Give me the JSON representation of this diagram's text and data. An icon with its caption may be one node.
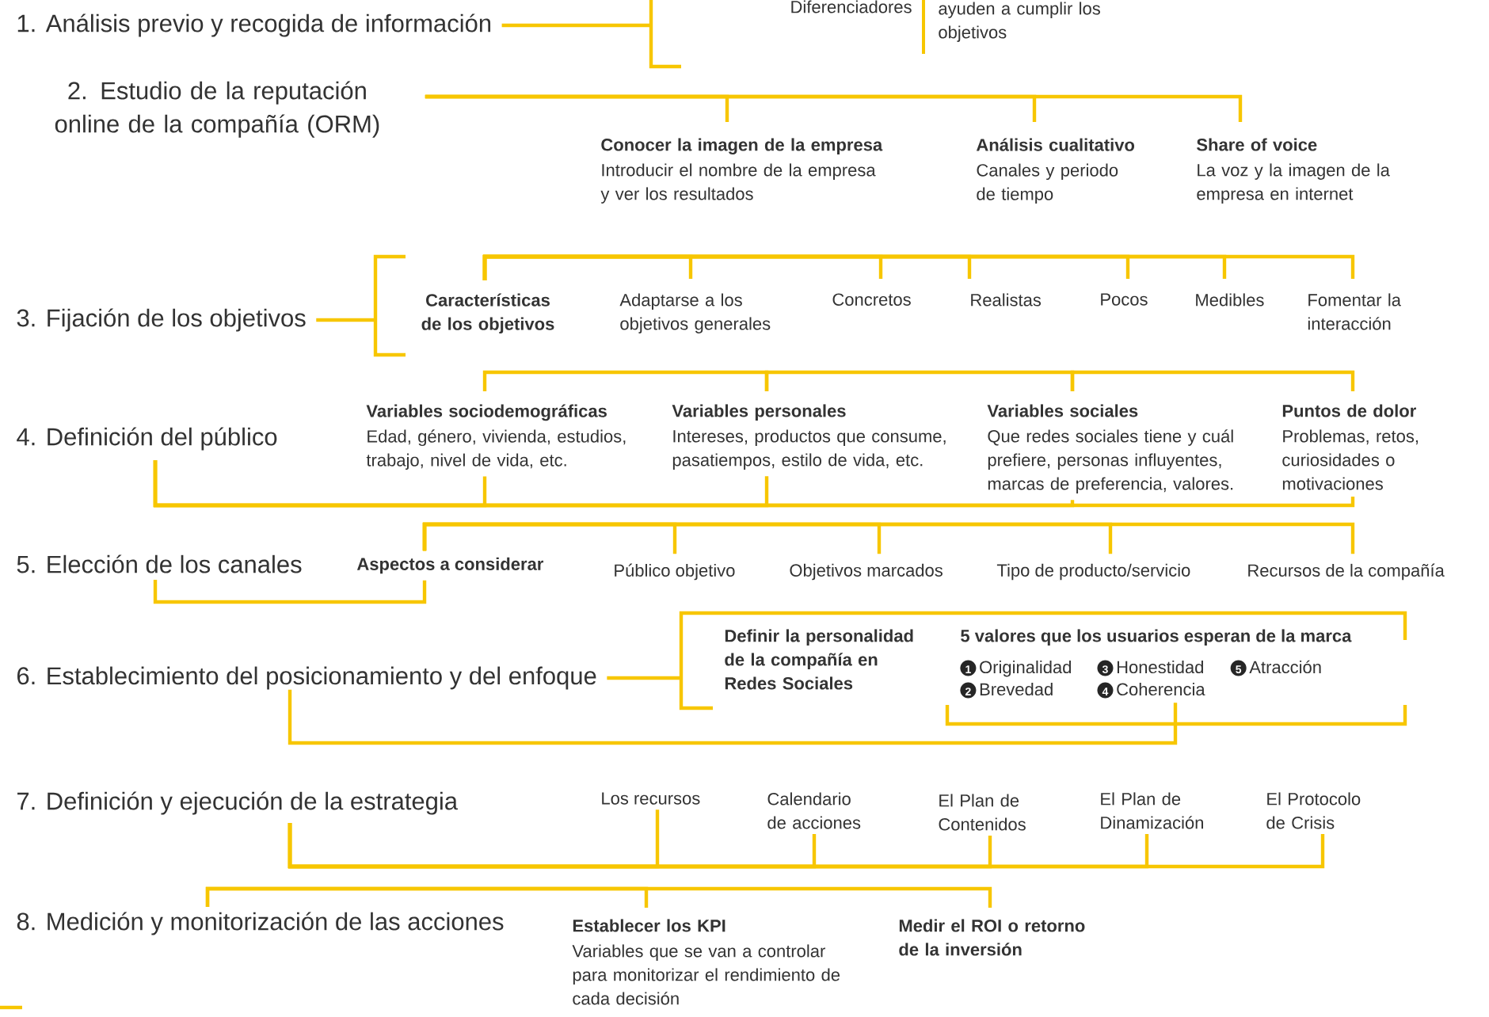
{
  "diagram": {
    "nodes": [
      {
        "text": [
          "1. Análisis previo y recogida de información"
        ]
      },
      {
        "text": [
          "2. Estudio de la reputación online de la compañía (ORM)"
        ]
      },
      {
        "text": [
          "Conocer la imagen de la empresa",
          "Introducir el nombre de la empresa y ver los resultados"
        ]
      },
      {
        "text": [
          "Análisis cualitativo",
          "Canales y periodo de tiempo"
        ]
      },
      {
        "text": [
          "Share of voice",
          "La voz y la imagen de la empresa en internet"
        ]
      },
      {
        "text": [
          "3. Fijación de los objetivos"
        ]
      },
      {
        "text": [
          "Características de los objetivos"
        ]
      },
      {
        "text": [
          "Adaptarse a los objetivos generales"
        ]
      },
      {
        "text": [
          "Concretos"
        ]
      },
      {
        "text": [
          "Realistas"
        ]
      },
      {
        "text": [
          "Pocos"
        ]
      },
      {
        "text": [
          "Medibles"
        ]
      },
      {
        "text": [
          "Fomentar la interacción"
        ]
      },
      {
        "text": [
          "4. Definición del público"
        ]
      },
      {
        "text": [
          "Variables sociodemográficas",
          "Edad, género, vivienda, estudios, trabajo, nivel de vida, etc."
        ]
      },
      {
        "text": [
          "Variables personales",
          "Intereses, productos que consume, pasatiempos, estilo de vida, etc."
        ]
      },
      {
        "text": [
          "Variables sociales",
          "Que redes sociales tiene y cuál prefiere, personas influyentes, marcas de preferencia, valores."
        ]
      },
      {
        "text": [
          "Puntos de dolor",
          "Problemas, retos, curiosidades o motivaciones"
        ]
      },
      {
        "text": [
          "5. Elección de los canales"
        ]
      },
      {
        "text": [
          "Aspectos a considerar"
        ]
      },
      {
        "text": [
          "Público objetivo"
        ]
      },
      {
        "text": [
          "Objetivos marcados"
        ]
      },
      {
        "text": [
          "Tipo de producto/servicio"
        ]
      },
      {
        "text": [
          "Recursos de la compañía"
        ]
      },
      {
        "text": [
          "6. Establecimiento del posicionamiento y del enfoque"
        ]
      },
      {
        "text": [
          "Definir la personalidad de la compañía en Redes Sociales"
        ]
      },
      {
        "text": [
          "5 valores que los usuarios esperan de la marca",
          "1",
          "Originalidad",
          "3",
          "Honestidad",
          "5",
          "Atracción",
          "2",
          "Brevedad",
          "4",
          "Coherencia"
        ]
      },
      {
        "text": [
          "7. Definición y ejecución de la estrategia"
        ]
      },
      {
        "text": [
          "Los recursos"
        ]
      },
      {
        "text": [
          "Calendario de acciones"
        ]
      },
      {
        "text": [
          "El Plan de Contenidos"
        ]
      },
      {
        "text": [
          "El Plan de Dinamización"
        ]
      },
      {
        "text": [
          "El Protocolo de Crisis"
        ]
      },
      {
        "text": [
          "8. Medición y monitorización de las acciones"
        ]
      },
      {
        "text": [
          "Establecer los KPI",
          "Variables que se van a controlar para monitorizar el rendimiento de cada decisión"
        ]
      },
      {
        "text": [
          "Medir el ROI o retorno de la inversión"
        ]
      }
    ],
    "edges": [
      {
        "from": 0,
        "to": null,
        "arrow": "none"
      },
      {
        "from": 1,
        "to": 2,
        "arrow": "none"
      },
      {
        "from": 1,
        "to": 3,
        "arrow": "none"
      },
      {
        "from": 1,
        "to": 4,
        "arrow": "none"
      },
      {
        "from": 5,
        "to": 6,
        "arrow": "none"
      },
      {
        "from": 6,
        "to": 7,
        "arrow": "none"
      },
      {
        "from": 6,
        "to": 8,
        "arrow": "none"
      },
      {
        "from": 6,
        "to": 9,
        "arrow": "none"
      },
      {
        "from": 6,
        "to": 10,
        "arrow": "none"
      },
      {
        "from": 6,
        "to": 11,
        "arrow": "none"
      },
      {
        "from": 6,
        "to": 12,
        "arrow": "none"
      },
      {
        "from": 13,
        "to": 14,
        "arrow": "none"
      },
      {
        "from": 13,
        "to": 15,
        "arrow": "none"
      },
      {
        "from": 13,
        "to": 16,
        "arrow": "none"
      },
      {
        "from": 13,
        "to": 17,
        "arrow": "none"
      },
      {
        "from": 14,
        "to": 15,
        "arrow": "none"
      },
      {
        "from": 15,
        "to": 16,
        "arrow": "none"
      },
      {
        "from": 16,
        "to": 17,
        "arrow": "none"
      },
      {
        "from": 18,
        "to": 19,
        "arrow": "none"
      },
      {
        "from": 19,
        "to": 20,
        "arrow": "none"
      },
      {
        "from": 19,
        "to": 21,
        "arrow": "none"
      },
      {
        "from": 19,
        "to": 22,
        "arrow": "none"
      },
      {
        "from": 19,
        "to": 23,
        "arrow": "none"
      },
      {
        "from": 24,
        "to": 25,
        "arrow": "none"
      },
      {
        "from": 24,
        "to": 26,
        "arrow": "none"
      },
      {
        "from": 27,
        "to": 28,
        "arrow": "none"
      },
      {
        "from": 27,
        "to": 29,
        "arrow": "none"
      },
      {
        "from": 27,
        "to": 30,
        "arrow": "none"
      },
      {
        "from": 27,
        "to": 31,
        "arrow": "none"
      },
      {
        "from": 27,
        "to": 32,
        "arrow": "none"
      },
      {
        "from": 33,
        "to": 34,
        "arrow": "none"
      },
      {
        "from": 33,
        "to": 35,
        "arrow": "none"
      }
    ],
    "labels": [
      "Diferenciadores",
      "ayuden a cumplir los objetivos"
    ]
  }
}
